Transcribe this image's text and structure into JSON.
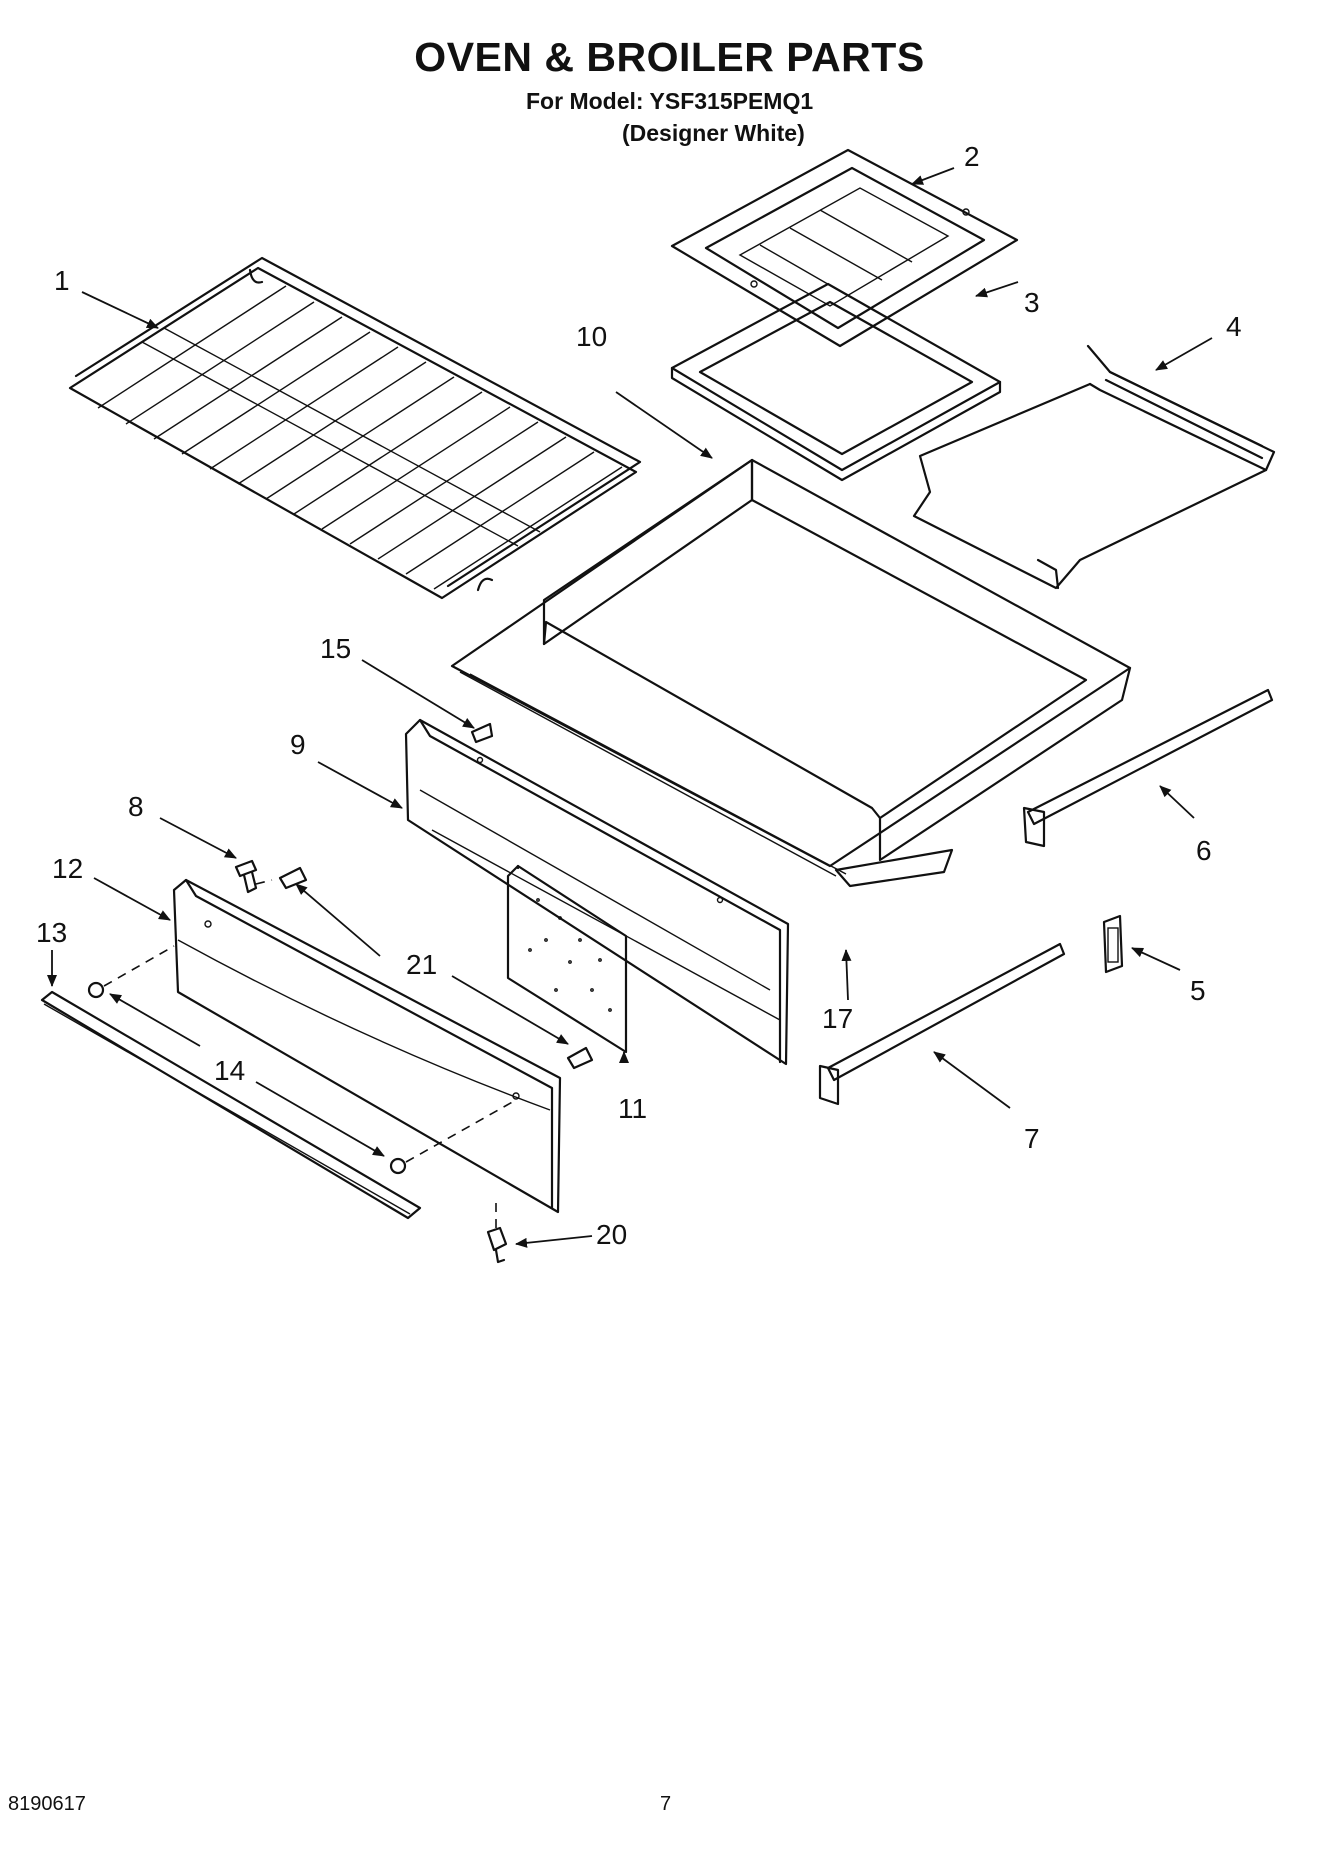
{
  "header": {
    "title": "OVEN & BROILER PARTS",
    "model_line": "For Model: YSF315PEMQ1",
    "variant_line": "(Designer White)"
  },
  "callouts": [
    "1",
    "2",
    "3",
    "4",
    "5",
    "6",
    "7",
    "8",
    "9",
    "10",
    "11",
    "12",
    "13",
    "14",
    "15",
    "17",
    "20",
    "21"
  ],
  "footer": {
    "document_code": "8190617",
    "page_number": "7"
  }
}
